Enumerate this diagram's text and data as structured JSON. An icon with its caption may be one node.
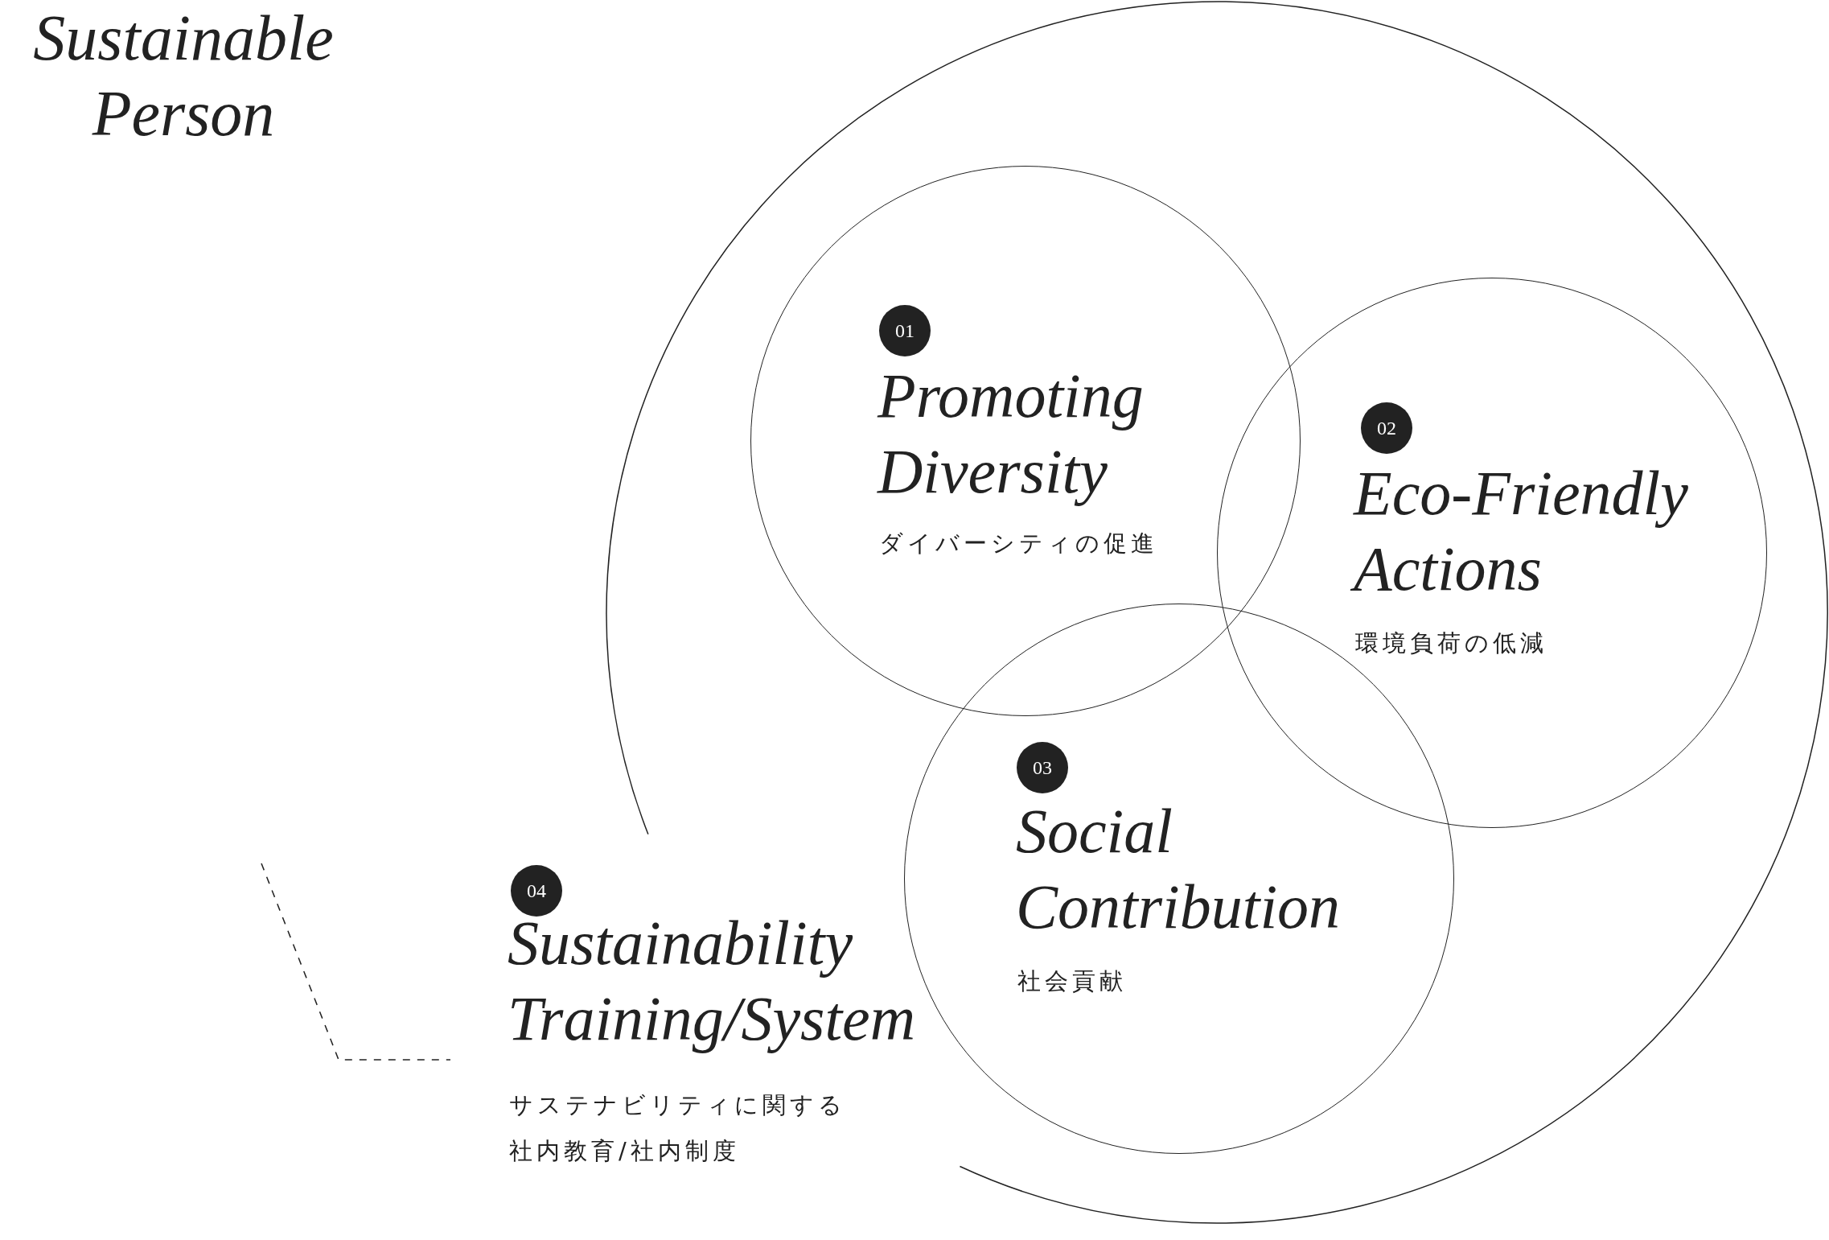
{
  "diagram": {
    "title": "Sustainable Person",
    "nodes": [
      {
        "text": [],
        "shape": "circle"
      },
      {
        "text": [
          "01",
          "Promoting Diversity",
          "ダイバーシティの促進"
        ],
        "in": 0
      },
      {
        "text": [
          "02",
          "Eco-Friendly Actions",
          "環境負荷の低減"
        ],
        "in": 0
      },
      {
        "text": [
          "03",
          "Social Contribution",
          "社会貢献"
        ],
        "in": 0
      },
      {
        "text": [
          "04",
          "Sustainability Training/System",
          "サステナビリティに関する社内教育/社内制度"
        ]
      }
    ],
    "edges": [
      {
        "from": null,
        "to": 4,
        "arrow": "none",
        "style": "dashed"
      }
    ]
  }
}
